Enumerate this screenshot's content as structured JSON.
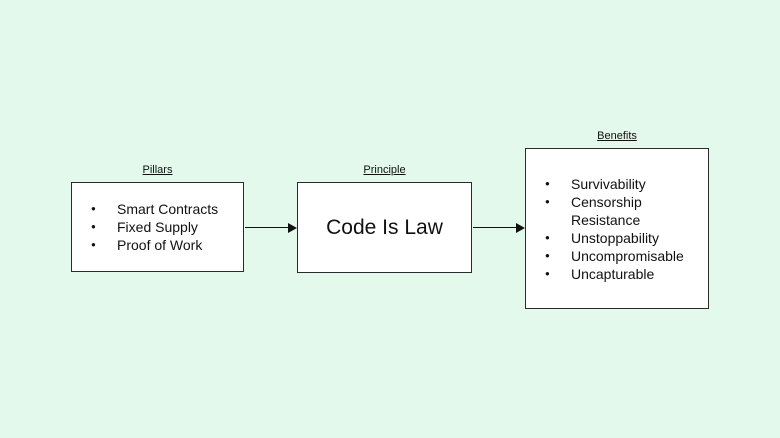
{
  "palette": {
    "background": "#e3f9eb",
    "box-fill": "#ffffff",
    "ink": "#111111",
    "border": "#2b2b2b"
  },
  "diagram": {
    "nodes": [
      {
        "id": "pillars",
        "label": "Pillars",
        "items": [
          "Smart Contracts",
          "Fixed Supply",
          "Proof of Work"
        ]
      },
      {
        "id": "principle",
        "label": "Principle",
        "text": "Code Is Law"
      },
      {
        "id": "benefits",
        "label": "Benefits",
        "items": [
          "Survivability",
          "Censorship Resistance",
          "Unstoppability",
          "Uncompromisable",
          "Uncapturable"
        ]
      }
    ],
    "connectors": [
      {
        "from": "Pillars",
        "to": "Principle",
        "style": "solid-arrow-right"
      },
      {
        "from": "Principle",
        "to": "Benefits",
        "style": "solid-arrow-right"
      }
    ]
  }
}
